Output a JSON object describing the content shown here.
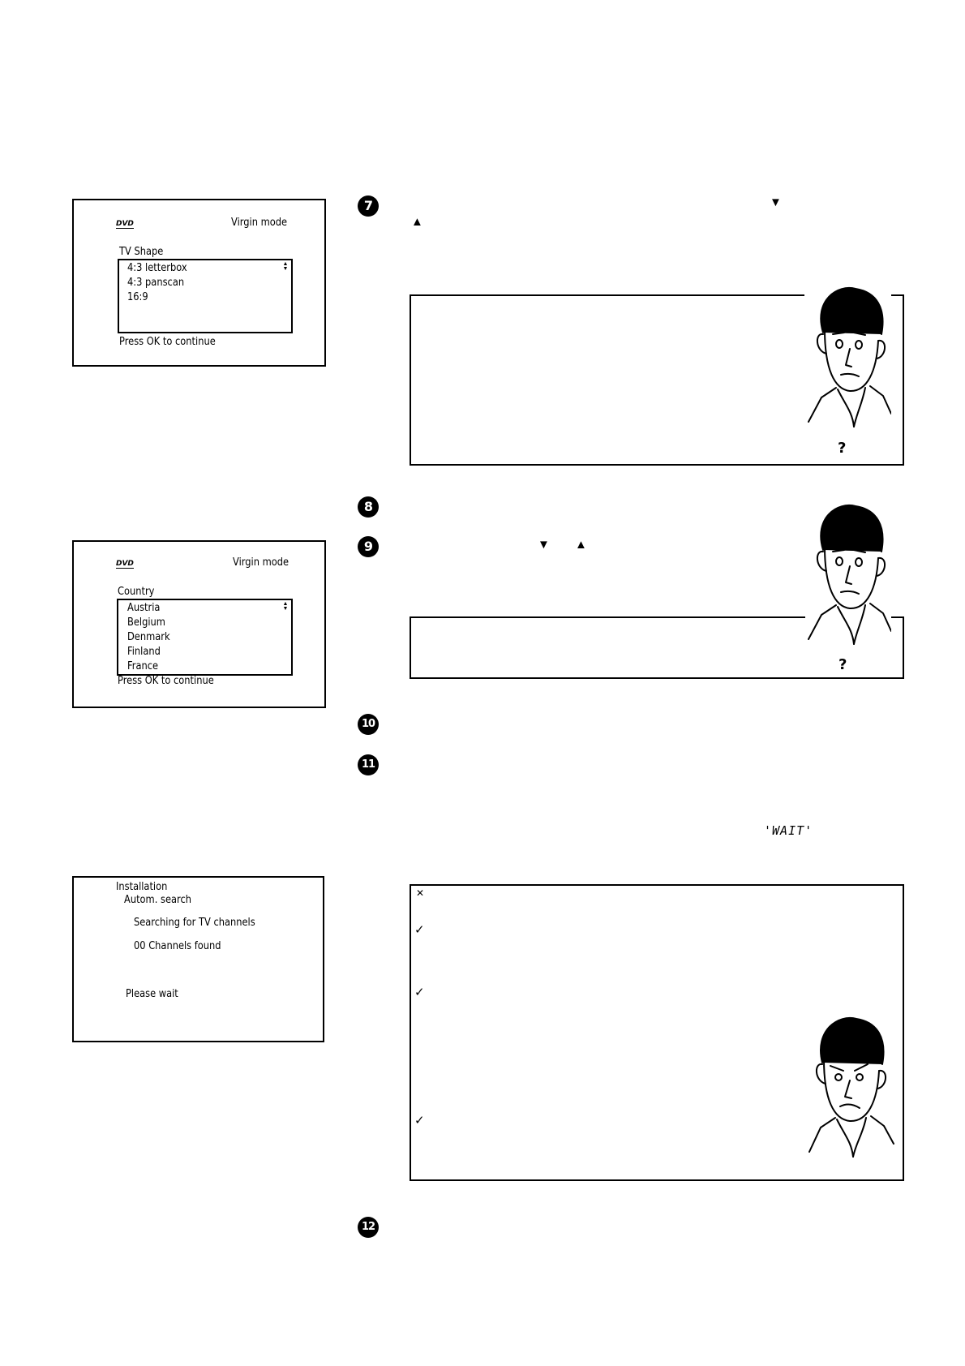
{
  "screen_tv_shape": {
    "logo": "DVD",
    "mode": "Virgin mode",
    "title": "TV Shape",
    "options": [
      "4:3 letterbox",
      "4:3 panscan",
      "16:9"
    ],
    "footer": "Press OK to continue"
  },
  "screen_country": {
    "logo": "DVD",
    "mode": "Virgin mode",
    "title": "Country",
    "options": [
      "Austria",
      "Belgium",
      "Denmark",
      "Finland",
      "France"
    ],
    "footer": "Press OK to continue"
  },
  "screen_install": {
    "title": "Installation",
    "subtitle": "Autom. search",
    "status": "Searching for TV channels",
    "count": "00 Channels found",
    "wait": "Please wait"
  },
  "steps": {
    "s7": "7",
    "s8": "8",
    "s9": "9",
    "s10": "10",
    "s11": "11",
    "s12": "12"
  },
  "symbols": {
    "down": "▼",
    "up": "▲",
    "question": "?",
    "cross": "✕",
    "check": "✓",
    "lcd_wait": "'WAIT'"
  },
  "icons": {
    "dvd_logo": "dvd-logo-icon",
    "face": "cartoon-man-icon"
  }
}
